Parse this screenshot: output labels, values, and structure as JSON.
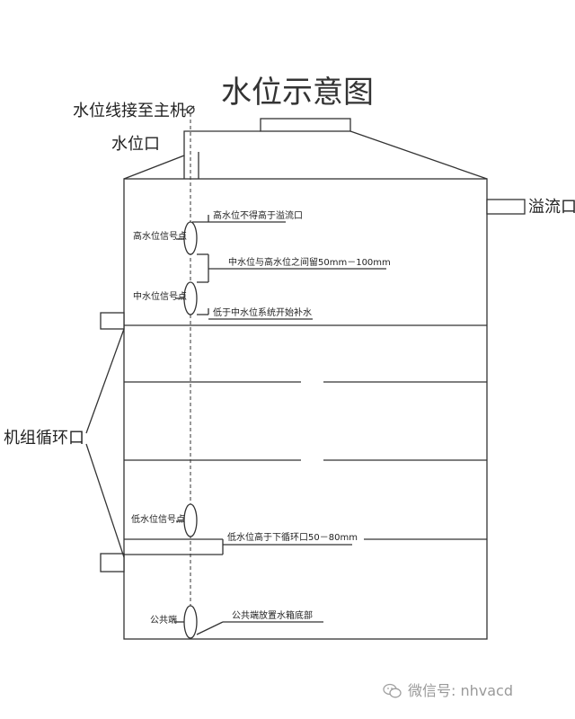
{
  "title": "水位示意图",
  "labels": {
    "water_line": "水位线接至主机",
    "water_port": "水位口",
    "overflow": "溢流口",
    "circulation": "机组循环口",
    "high_signal": "高水位信号点",
    "mid_signal": "中水位信号点",
    "low_signal": "低水位信号点",
    "common_end": "公共端",
    "note_high": "高水位不得高于溢流口",
    "note_gap": "中水位与高水位之间留50mm－100mm",
    "note_mid": "低于中水位系统开始补水",
    "note_low": "低水位高于下循环口50－80mm",
    "note_common": "公共端放置水箱底部"
  },
  "watermark": {
    "text": "微信号: nhvacd",
    "icon": "wechat-icon"
  },
  "colors": {
    "line": "#333333",
    "text": "#222222",
    "watermark": "#9a9a9a"
  }
}
